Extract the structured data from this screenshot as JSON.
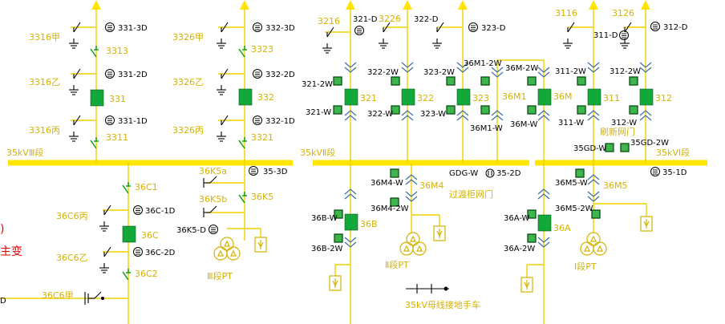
{
  "buses": {
    "bus3": "35kVⅢ段",
    "bus2": "35kVⅡ段",
    "bus1": "35kVⅠ段"
  },
  "left": {
    "l3316a": "3316甲",
    "l331_3d": "331-3D",
    "l3313": "3313",
    "l3316b": "3316乙",
    "l331_2d": "331-2D",
    "l331": "331",
    "l331_1d": "331-1D",
    "l3316c": "3316丙",
    "l3311": "3311",
    "l3326a": "3326甲",
    "l332_3d": "332-3D",
    "l3323": "3323",
    "l3326b": "3326乙",
    "l332_2d": "332-2D",
    "l332": "332",
    "l332_1d": "332-1D",
    "l3326c": "3326丙",
    "l3321": "3321",
    "l36c1": "36C1",
    "l36c6c": "36C6丙",
    "l36c_1d": "36C-1D",
    "l36c": "36C",
    "l36c6b": "36C6乙",
    "l36c_2d": "36C-2D",
    "l36c2": "36C2",
    "l36c6a": "36C6甲",
    "trans": "主变",
    "d_left": "D",
    "l35_3d": "35-3D",
    "l36k5a": "36K5a",
    "l36k5b": "36K5b",
    "l36k5": "36K5",
    "l36k5_d": "36K5-D",
    "pt3": "Ⅲ段PT"
  },
  "center": {
    "l3216": "3216",
    "l321_d": "321-D",
    "l3226": "3226",
    "l322_d": "322-D",
    "l323_d": "323-D",
    "l321_2w": "321-2W",
    "l321": "321",
    "l321_w": "321-W",
    "l322_2w": "322-2W",
    "l322": "322",
    "l322_w": "322-W",
    "l323_2w": "323-2W",
    "l323": "323",
    "l323_w": "323-W",
    "l36m1_2w": "36M1-2W",
    "l36m1": "36M1",
    "l36m1_w": "36M1-W",
    "l36m_2w": "36M-2W",
    "l36m_w": "36M-W",
    "l36m4_w": "36M4-W",
    "l36m4": "36M4",
    "l36m4_2w": "36M4-2W",
    "gdg_w": "GDG-W",
    "l35_2d": "35-2D",
    "trans_cab": "过渡柜网门",
    "l36b_w": "36B-W",
    "l36b": "36B",
    "l36b_2w": "36B-2W",
    "pt2": "Ⅱ段PT",
    "handcart": "35kV母线接地手车"
  },
  "right": {
    "l3116": "3116",
    "l311_d": "311-D",
    "l3126": "3126",
    "l312_d": "312-D",
    "l311_2w": "311-2W",
    "l311": "311",
    "l311_w": "311-W",
    "l312_2w": "312-2W",
    "l312": "312",
    "l312_w": "312-W",
    "l36m": "36M",
    "mesh_door": "刷新网门",
    "l35gd_w": "35GD-W",
    "l35gd_2w": "35GD-2W",
    "l35_1d": "35-1D",
    "l36m5_w": "36M5-W",
    "l36m5": "36M5",
    "l36m5_2w": "36M5-2W",
    "l36a_w": "36A-W",
    "l36a": "36A",
    "l36a_2w": "36A-2W",
    "pt1": "Ⅰ段PT"
  },
  "colors": {
    "wire": "#f0d000",
    "bus": "#ffe500",
    "breaker": "#12a83a",
    "label": "#d4b200",
    "trans_label": "#e00000"
  }
}
